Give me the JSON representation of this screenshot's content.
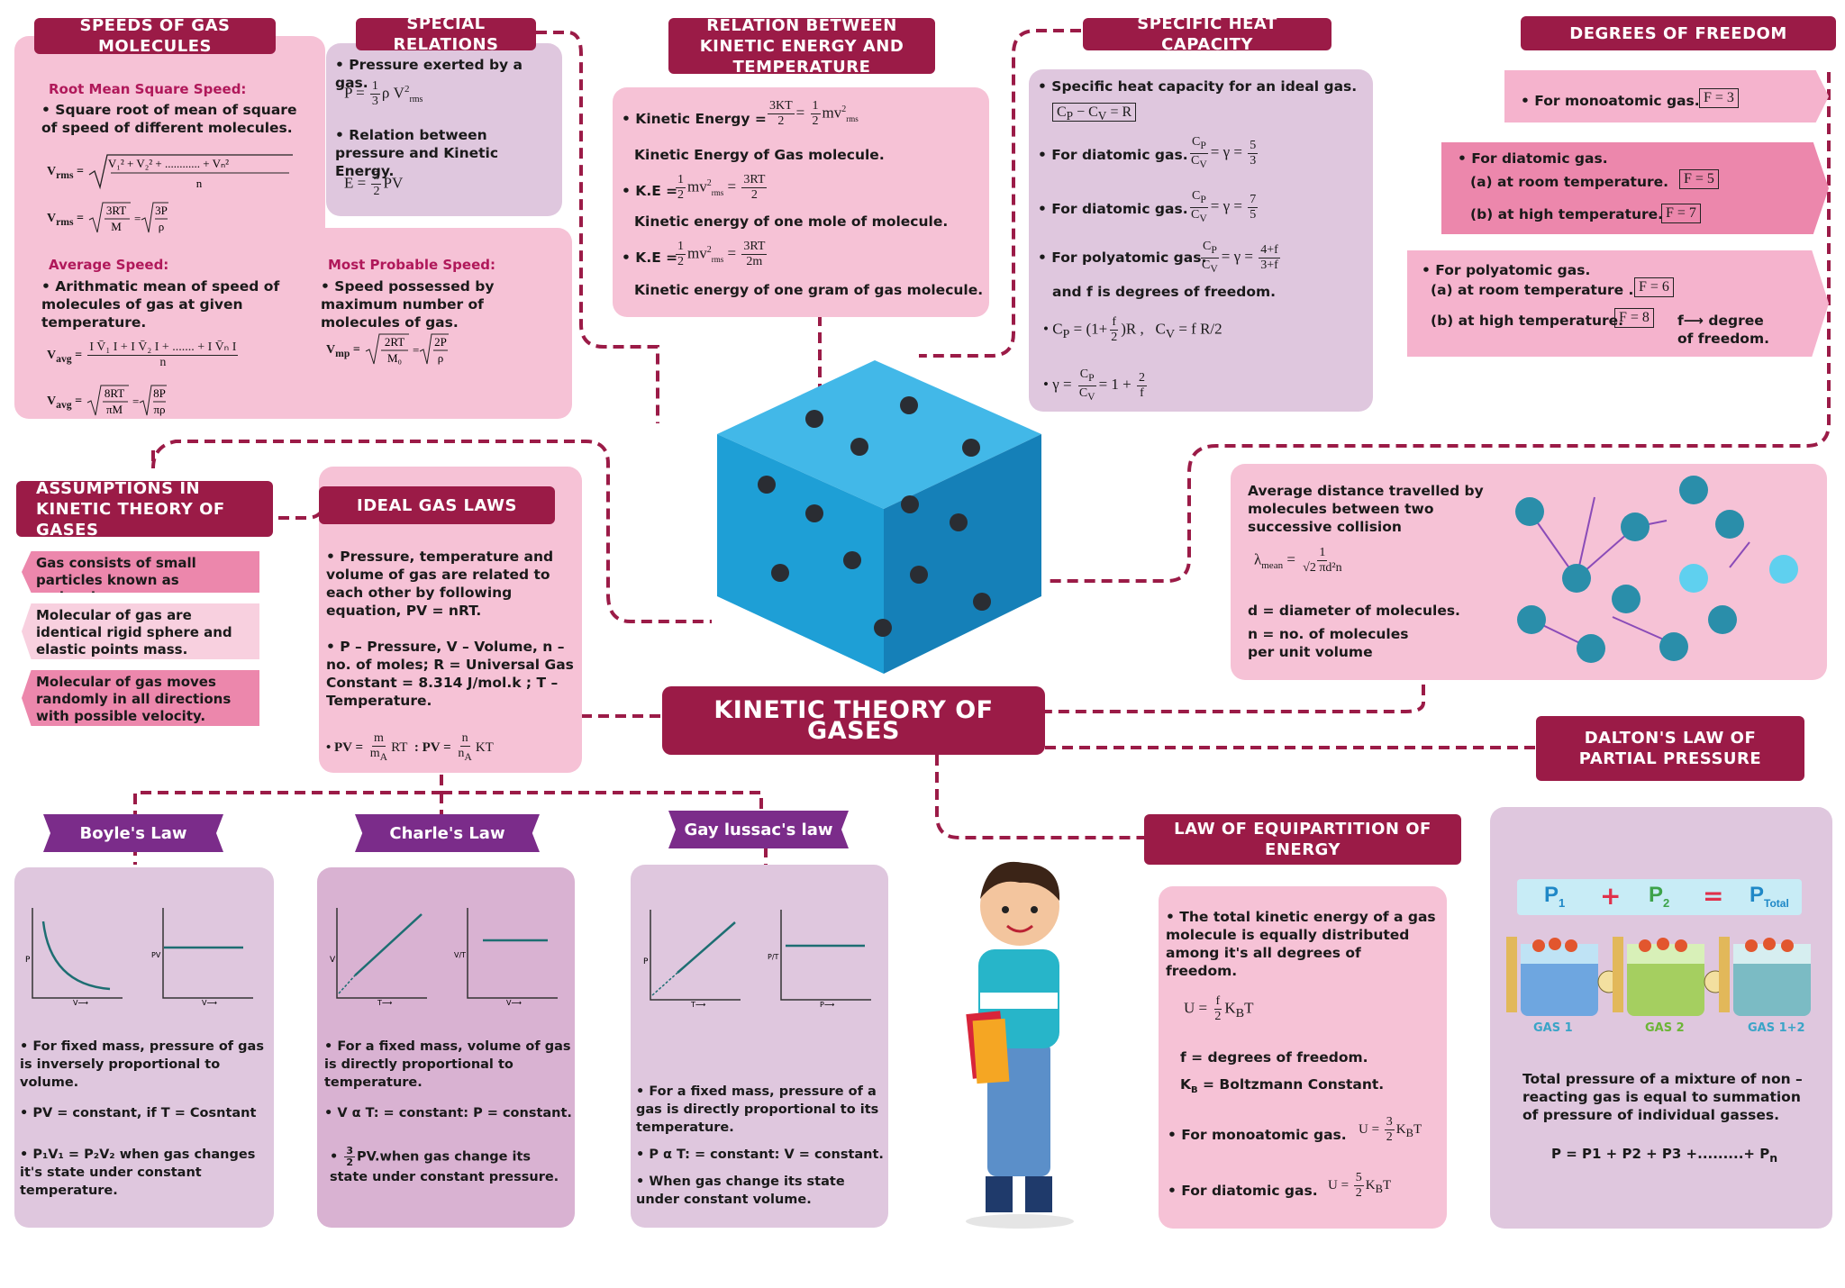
{
  "central_title": "KINETIC THEORY OF GASES",
  "speeds": {
    "title": "SPEEDS OF GAS MOLECULES",
    "rms_head": "Root Mean Square Speed:",
    "rms_desc": "• Square root of mean of square of speed of different molecules.",
    "avg_head": "Average Speed:",
    "avg_desc": "• Arithmatic mean of speed of molecules of gas at given temperature.",
    "mp_head": "Most Probable Speed:",
    "mp_desc": "• Speed possessed by maximum number of molecules of gas."
  },
  "special": {
    "title": "SPECIAL RELATIONS",
    "l1": "• Pressure exerted by a gas.",
    "l2": "• Relation between pressure and Kinetic Energy."
  },
  "ke_temp": {
    "title": "RELATION BETWEEN KINETIC ENERGY AND TEMPERATURE",
    "l1": "• Kinetic Energy =",
    "l2": "Kinetic Energy of Gas molecule.",
    "l3": "• K.E =",
    "l4": "Kinetic energy of one mole of molecule.",
    "l5": "• K.E =",
    "l6": "Kinetic energy of one gram of gas molecule."
  },
  "heat": {
    "title": "SPECIFIC HEAT CAPACITY",
    "l1": "• Specific heat capacity for an ideal gas.",
    "l2": "• For diatomic gas.",
    "l3": "• For diatomic gas.",
    "l4": "• For polyatomic gas.",
    "l5": "and f is degrees of freedom."
  },
  "dof": {
    "title": "DEGREES OF FREEDOM",
    "mono": "• For monoatomic gas.",
    "mono_f": "F = 3",
    "di": "• For diatomic gas.",
    "di_a": "(a) at room temperature.",
    "di_a_f": "F = 5",
    "di_b": "(b) at high temperature.",
    "di_b_f": "F = 7",
    "poly": "• For polyatomic gas.",
    "poly_a": "(a) at room temperature .",
    "poly_a_f": "F = 6",
    "poly_b": "(b) at high temperature.",
    "poly_b_f": "F = 8",
    "poly_note": "f⟶ degree of freedom."
  },
  "assumptions": {
    "title": "ASSUMPTIONS IN KINETIC THEORY OF GASES",
    "items": [
      "Gas consists of small particles known as molecules.",
      "Molecular of gas are identical rigid sphere and elastic points mass.",
      "Molecular of gas moves randomly in all directions with possible velocity."
    ]
  },
  "ideal": {
    "title": "IDEAL GAS LAWS",
    "l1": "• Pressure, temperature and volume of gas are related to each other by following equation, PV = nRT.",
    "l2": "• P – Pressure, V – Volume, n – no. of moles; R = Universal Gas Constant = 8.314 J/mol.k ; T – Temperature."
  },
  "mfp": {
    "l1": "Average distance travelled by molecules between two successive collision",
    "d": "d = diameter of molecules.",
    "n": "n = no. of molecules per unit volume"
  },
  "dalton": {
    "title": "DALTON'S LAW OF PARTIAL PRESSURE",
    "p1": "P",
    "p2": "P",
    "ptot": "P",
    "gas1": "GAS 1",
    "gas2": "GAS 2",
    "gas12": "GAS 1+2",
    "desc": "Total pressure of a mixture of non – reacting gas is equal to summation of pressure of individual gasses."
  },
  "equip": {
    "title": "LAW OF EQUIPARTITION OF ENERGY",
    "l1": "• The total kinetic energy of a gas molecule is equally distributed among it's all degrees of freedom.",
    "f": "f = degrees of freedom.",
    "kb": "K",
    "kb2": "= Boltzmann Constant.",
    "mono": "• For monoatomic gas.",
    "di": "• For diatomic gas."
  },
  "boyle": {
    "title": "Boyle's Law",
    "l1": "• For fixed mass, pressure of gas is inversely proportional to volume.",
    "l2": "• PV = constant, if T = Cosntant",
    "l3": "• P₁V₁ = P₂V₂ when gas changes it's state under constant temperature."
  },
  "charles": {
    "title": "Charle's Law",
    "l1": "• For a fixed mass, volume of gas is directly proportional to temperature.",
    "l2": "• V α T: = constant: P = constant.",
    "l3": "PV.when gas change its state under constant pressure."
  },
  "gay": {
    "title": "Gay lussac's law",
    "l1": "• For a fixed mass, pressure of a gas is directly proportional to its temperature.",
    "l2": "• P α T: = constant: V = constant.",
    "l3": "• When gas change its state under constant volume."
  },
  "colors": {
    "maroon": "#9b1b47",
    "pink": "#f6c2d6",
    "lavender": "#dfc7de",
    "purple": "#7b2c8a",
    "cube": "#1e9fd6"
  }
}
